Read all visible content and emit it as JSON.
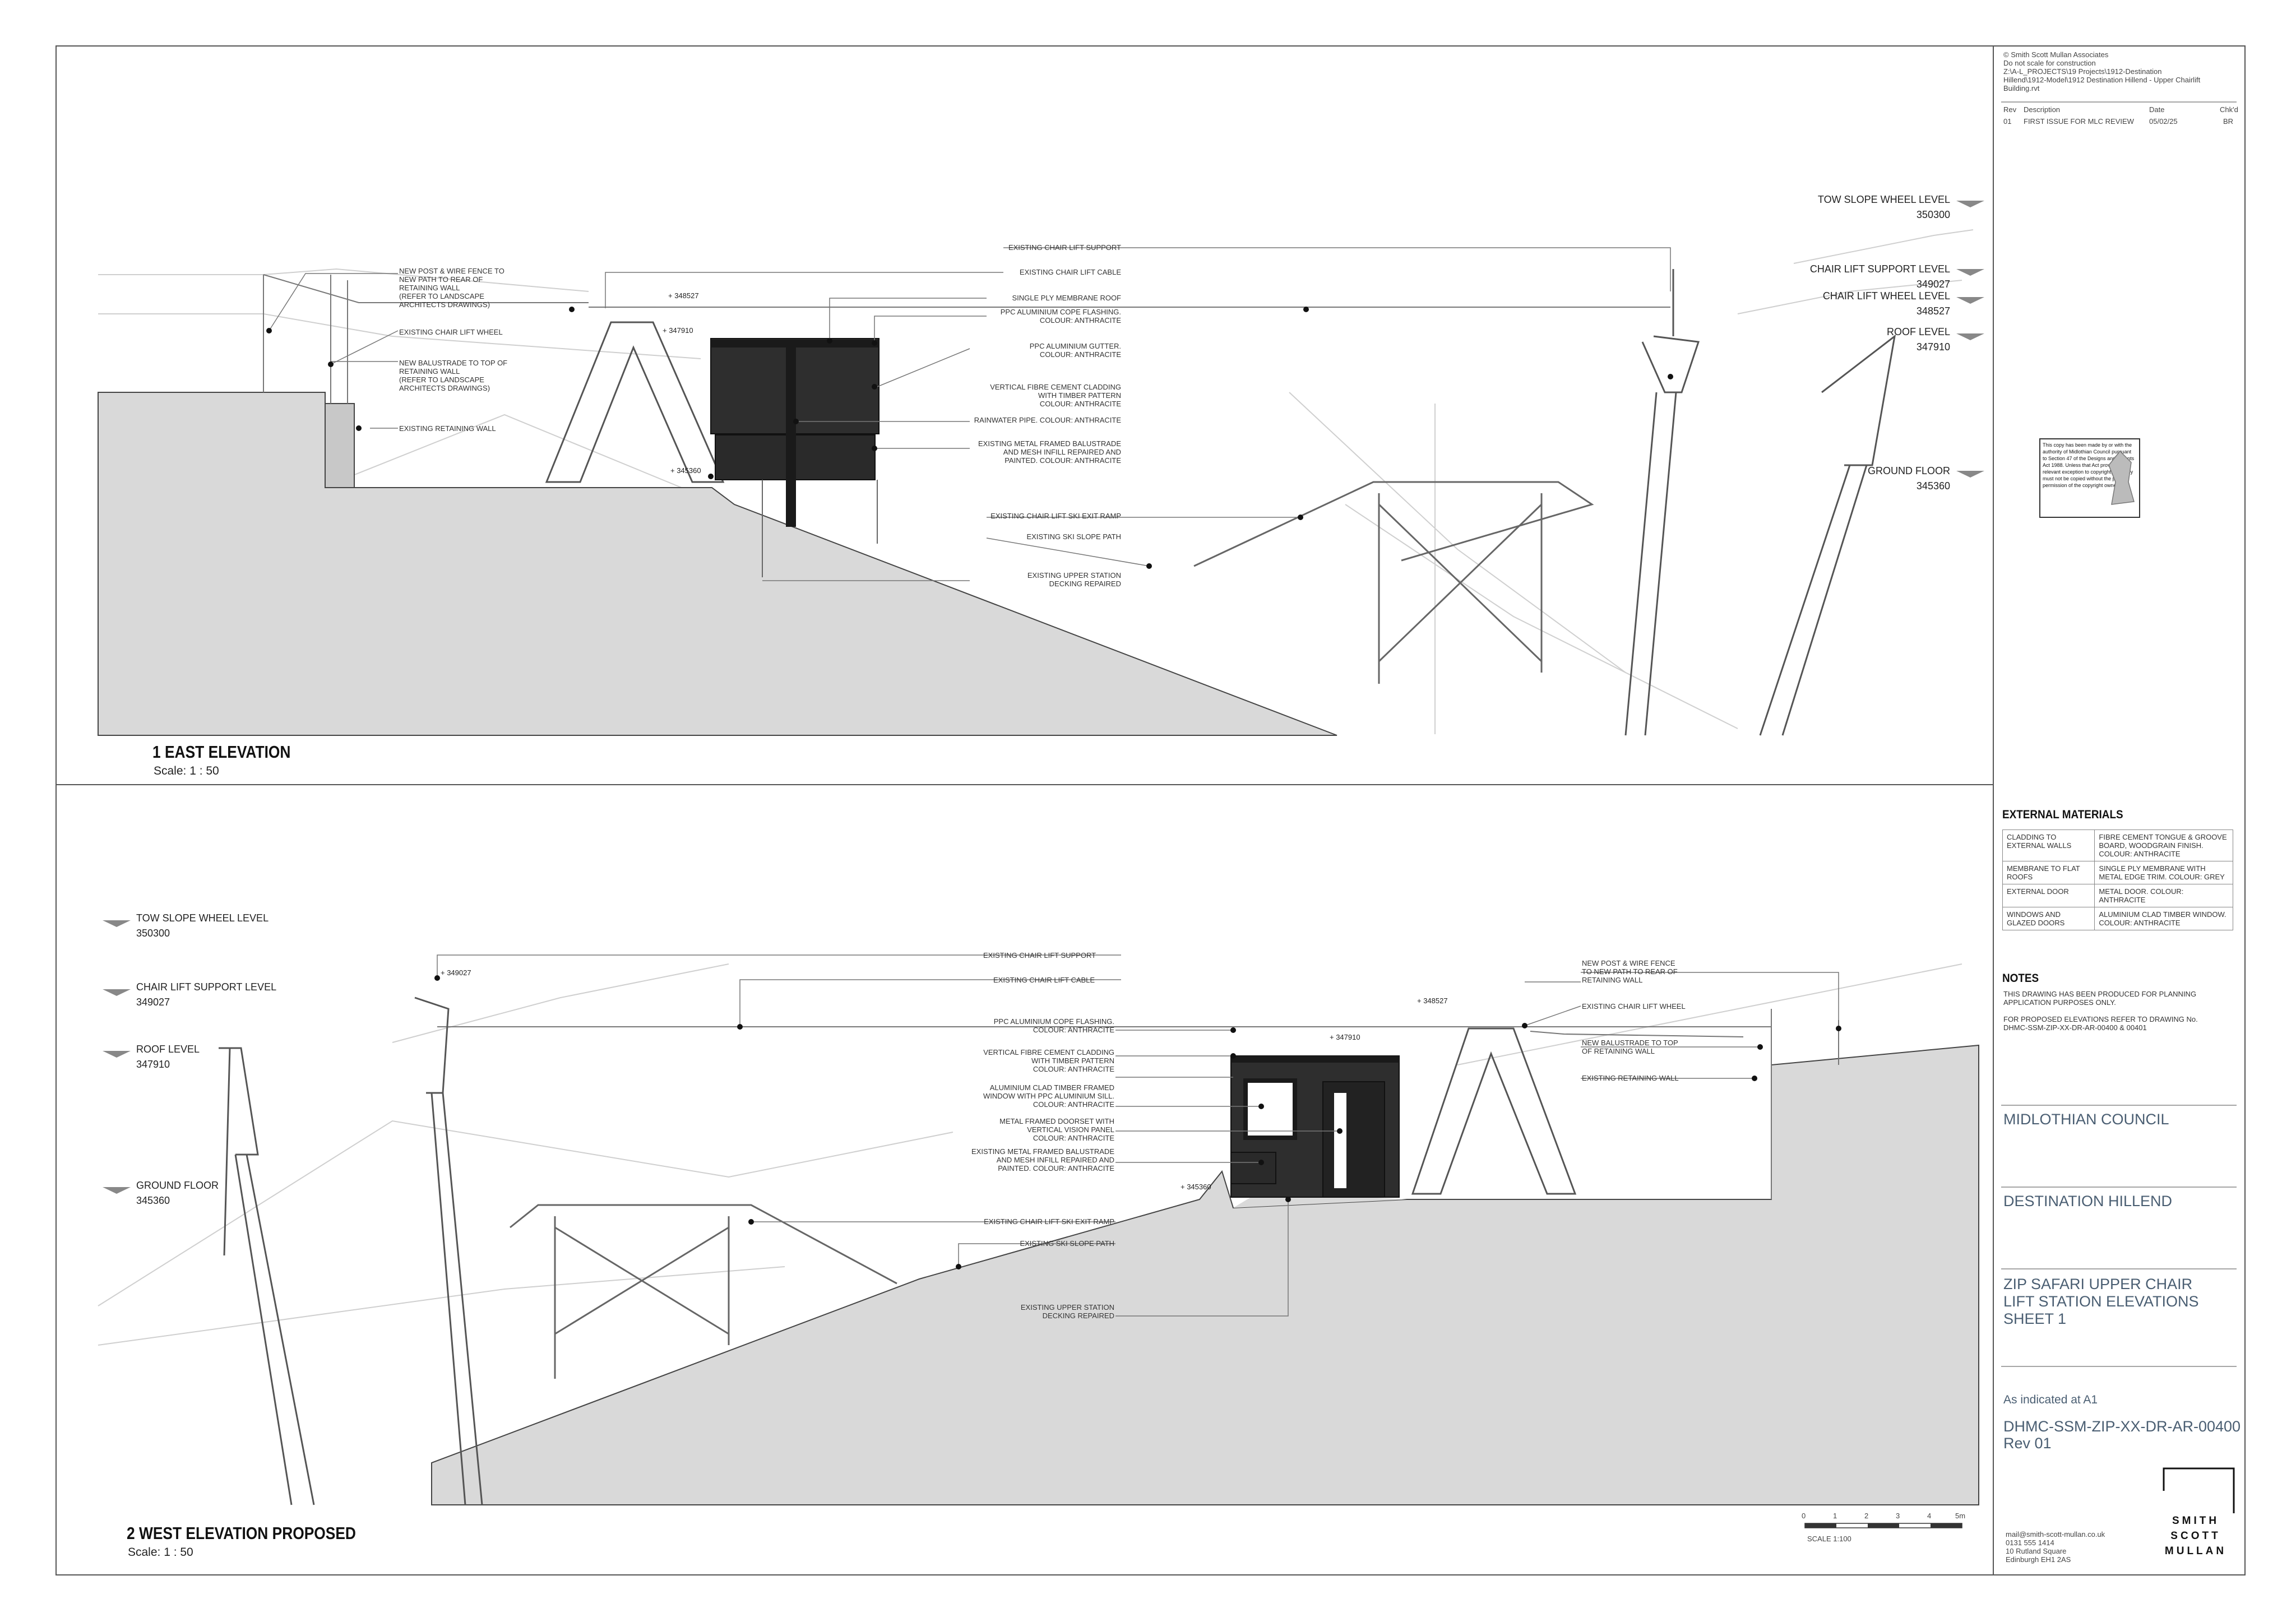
{
  "east_elevation": {
    "title": "1 EAST ELEVATION",
    "scale": "Scale:  1 : 50",
    "levels": [
      {
        "name": "TOW SLOPE WHEEL LEVEL",
        "value": "350300"
      },
      {
        "name": "CHAIR LIFT SUPPORT LEVEL",
        "value": "349027"
      },
      {
        "name": "CHAIR LIFT WHEEL LEVEL",
        "value": "348527"
      },
      {
        "name": "ROOF LEVEL",
        "value": "347910"
      },
      {
        "name": "GROUND FLOOR",
        "value": "345360"
      }
    ],
    "spot_levels": [
      "+ 348527",
      "+ 347910",
      "+ 345360"
    ],
    "left_notes": {
      "fence": [
        "NEW POST & WIRE FENCE TO",
        "NEW PATH TO REAR OF",
        "RETAINING WALL",
        "(REFER TO LANDSCAPE",
        "ARCHITECTS DRAWINGS)"
      ],
      "wheel": [
        "EXISTING CHAIR LIFT WHEEL"
      ],
      "balustrade": [
        "NEW BALUSTRADE TO TOP OF",
        "RETAINING WALL",
        "(REFER TO LANDSCAPE",
        "ARCHITECTS DRAWINGS)"
      ],
      "retaining_wall": [
        "EXISTING RETAINING WALL"
      ]
    },
    "right_notes": {
      "lift_support": [
        "EXISTING CHAIR LIFT SUPPORT"
      ],
      "lift_cable": [
        "EXISTING CHAIR LIFT CABLE"
      ],
      "membrane_roof": [
        "SINGLE PLY MEMBRANE ROOF"
      ],
      "cope": [
        "PPC ALUMINIUM COPE FLASHING.",
        "COLOUR: ANTHRACITE"
      ],
      "gutter": [
        "PPC ALUMINIUM GUTTER.",
        "COLOUR: ANTHRACITE"
      ],
      "cladding": [
        "VERTICAL FIBRE CEMENT  CLADDING",
        "WITH TIMBER PATTERN",
        "COLOUR: ANTHRACITE"
      ],
      "rainwater": [
        "RAINWATER PIPE. COLOUR: ANTHRACITE"
      ],
      "balustrade": [
        "EXISTING METAL FRAMED BALUSTRADE",
        "AND  MESH INFILL REPAIRED AND",
        "PAINTED. COLOUR: ANTHRACITE"
      ],
      "ramp": [
        "EXISTING CHAIR LIFT SKI EXIT RAMP"
      ],
      "slope_path": [
        "EXISTING SKI SLOPE PATH"
      ],
      "decking": [
        "EXISTING UPPER STATION",
        "DECKING REPAIRED"
      ]
    }
  },
  "west_elevation": {
    "title": "2 WEST ELEVATION PROPOSED",
    "scale": "Scale:  1 : 50",
    "levels": [
      {
        "name": "TOW SLOPE WHEEL LEVEL",
        "value": "350300"
      },
      {
        "name": "CHAIR LIFT SUPPORT LEVEL",
        "value": "349027"
      },
      {
        "name": "ROOF LEVEL",
        "value": "347910"
      },
      {
        "name": "GROUND FLOOR",
        "value": "345360"
      }
    ],
    "spot_levels": [
      "+ 349027",
      "+ 348527",
      "+ 347910",
      "+ 345360"
    ],
    "left_notes": {
      "lift_support": [
        "EXISTING CHAIR LIFT SUPPORT"
      ],
      "lift_cable": [
        "EXISTING CHAIR LIFT CABLE"
      ],
      "cope": [
        "PPC ALUMINIUM COPE FLASHING.",
        "COLOUR: ANTHRACITE"
      ],
      "cladding": [
        "VERTICAL FIBRE CEMENT CLADDING",
        "WITH TIMBER PATTERN",
        "COLOUR: ANTHRACITE"
      ],
      "window": [
        "ALUMINIUM CLAD TIMBER FRAMED",
        "WINDOW WITH PPC ALUMINIUM SILL.",
        "COLOUR: ANTHRACITE"
      ],
      "doorset": [
        "METAL FRAMED DOORSET WITH",
        "VERTICAL VISION PANEL",
        "COLOUR: ANTHRACITE"
      ],
      "balustrade": [
        "EXISTING METAL FRAMED BALUSTRADE",
        "AND  MESH INFILL REPAIRED AND",
        "PAINTED. COLOUR: ANTHRACITE"
      ],
      "ramp": [
        "EXISTING CHAIR LIFT SKI EXIT RAMP"
      ],
      "slope_path": [
        "EXISTING SKI SLOPE PATH"
      ],
      "decking": [
        "EXISTING UPPER STATION",
        "DECKING REPAIRED"
      ]
    },
    "right_notes": {
      "fence": [
        "NEW POST & WIRE FENCE",
        "TO NEW PATH TO REAR OF",
        "RETAINING WALL"
      ],
      "wheel": [
        "EXISTING CHAIR LIFT WHEEL"
      ],
      "balustrade": [
        "NEW BALUSTRADE TO TOP",
        "OF RETAINING WALL"
      ],
      "retaining_wall": [
        "EXISTING RETAINING WALL"
      ]
    },
    "scale_bar": {
      "ticks": [
        "0",
        "1",
        "2",
        "3",
        "4",
        "5m"
      ],
      "label": "SCALE 1:100"
    }
  },
  "title_block": {
    "file_info": [
      "© Smith Scott Mullan Associates",
      "Do not scale for construction",
      "Z:\\A-L_PROJECTS\\19 Projects\\1912-Destination",
      "Hillend\\1912-Model\\1912 Destination Hillend - Upper Chairlift",
      "Building.rvt"
    ],
    "revision_header": {
      "rev": "Rev",
      "description": "Description",
      "date": "Date",
      "chkd": "Chk'd"
    },
    "revisions": [
      {
        "rev": "01",
        "description": "FIRST ISSUE FOR MLC REVIEW",
        "date": "05/02/25",
        "chkd": "BR"
      }
    ],
    "copyright_notice": [
      "This copy has been made by or with the",
      "authority of Midlothian Council pursuant",
      "to Section 47 of the Designs and Patents",
      "Act 1988. Unless that Act provides a",
      "relevant exception to copyright, the copy",
      "must not be copied without the prior",
      "permission of the copyright owner."
    ],
    "external_materials": {
      "heading": "EXTERNAL MATERIALS",
      "rows": [
        {
          "item": "CLADDING TO EXTERNAL WALLS",
          "spec": "FIBRE CEMENT TONGUE & GROOVE BOARD, WOODGRAIN FINISH. COLOUR: ANTHRACITE"
        },
        {
          "item": "MEMBRANE TO FLAT ROOFS",
          "spec": "SINGLE PLY MEMBRANE WITH METAL EDGE TRIM. COLOUR: GREY"
        },
        {
          "item": "EXTERNAL DOOR",
          "spec": "METAL DOOR. COLOUR: ANTHRACITE"
        },
        {
          "item": "WINDOWS AND GLAZED DOORS",
          "spec": "ALUMINIUM CLAD TIMBER WINDOW. COLOUR: ANTHRACITE"
        }
      ]
    },
    "notes": {
      "heading": "NOTES",
      "lines": [
        "THIS DRAWING HAS BEEN PRODUCED FOR PLANNING",
        "APPLICATION PURPOSES ONLY.",
        "",
        "FOR PROPOSED ELEVATIONS REFER TO DRAWING No.",
        "DHMC-SSM-ZIP-XX-DR-AR-00400 & 00401"
      ]
    },
    "client": "MIDLOTHIAN COUNCIL",
    "project": "DESTINATION HILLEND",
    "drawing_title": [
      "ZIP SAFARI UPPER CHAIR",
      "LIFT STATION ELEVATIONS",
      "SHEET 1"
    ],
    "scale_note": "As indicated at A1",
    "drawing_number": "DHMC-SSM-ZIP-XX-DR-AR-00400",
    "revision": "Rev 01",
    "contact": [
      "mail@smith-scott-mullan.co.uk",
      "0131 555 1414",
      "10 Rutland Square",
      "Edinburgh EH1 2AS"
    ],
    "logo": [
      "SMITH",
      "SCOTT",
      "MULLAN"
    ]
  },
  "colors": {
    "cladding": "#2e2e2e",
    "ground": "#d9d9d9",
    "line": "#555555",
    "title_text": "#4a5e72"
  }
}
